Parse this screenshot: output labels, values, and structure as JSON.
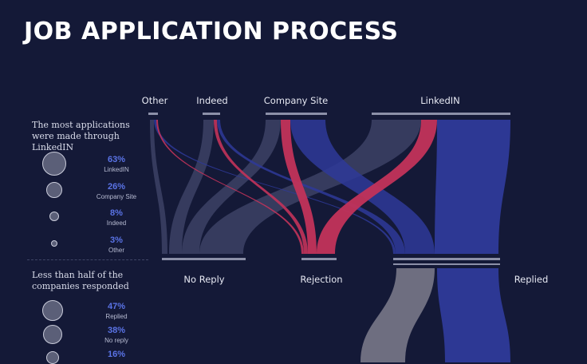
{
  "title": "JOB APPLICATION PROCESS",
  "panel1": {
    "heading": "The most applications were made through LinkedIN",
    "stats": [
      {
        "pct": "63%",
        "label": "LinkedIN",
        "value": 63
      },
      {
        "pct": "26%",
        "label": "Company Site",
        "value": 26
      },
      {
        "pct": "8%",
        "label": "Indeed",
        "value": 8
      },
      {
        "pct": "3%",
        "label": "Other",
        "value": 3
      }
    ]
  },
  "panel2": {
    "heading": "Less than half of the companies responded",
    "stats": [
      {
        "pct": "47%",
        "label": "Replied",
        "value": 47
      },
      {
        "pct": "38%",
        "label": "No reply",
        "value": 38
      },
      {
        "pct": "16%",
        "label": "",
        "value": 16
      }
    ]
  },
  "sources": [
    {
      "key": "other",
      "label": "Other"
    },
    {
      "key": "indeed",
      "label": "Indeed"
    },
    {
      "key": "company",
      "label": "Company Site"
    },
    {
      "key": "linkedin",
      "label": "LinkedIN"
    }
  ],
  "targets": [
    {
      "key": "noreply",
      "label": "No Reply"
    },
    {
      "key": "rejection",
      "label": "Rejection"
    },
    {
      "key": "replied",
      "label": "Replied"
    }
  ],
  "colors": {
    "background": "#141937",
    "noreply_flow": "#3a3f63",
    "rejection_flow": "#c2335a",
    "replied_flow": "#2e3a99",
    "grey_flow": "#6e6e80",
    "pct_text": "#5a73e6"
  }
}
